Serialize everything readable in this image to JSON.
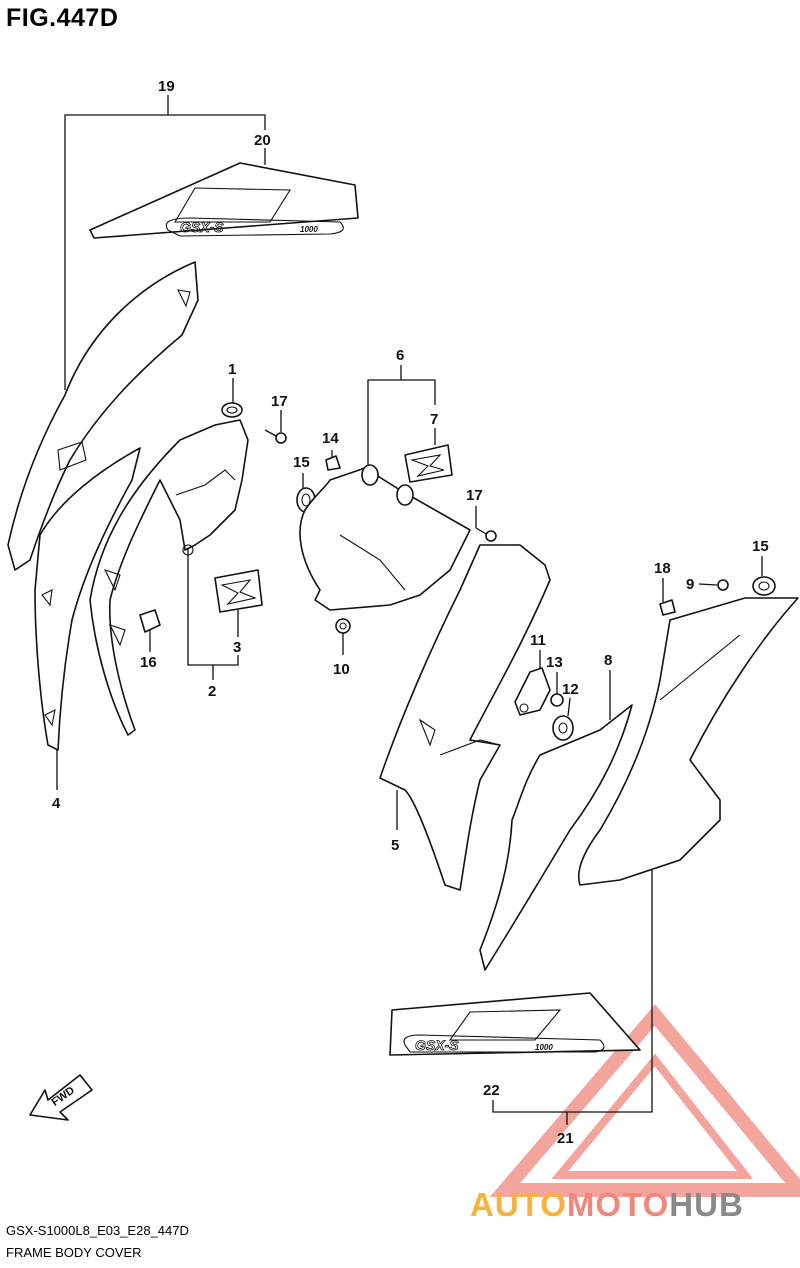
{
  "figure": {
    "title": "FIG.447D"
  },
  "callouts": [
    {
      "id": "1",
      "text": "1"
    },
    {
      "id": "2",
      "text": "2"
    },
    {
      "id": "3",
      "text": "3"
    },
    {
      "id": "4",
      "text": "4"
    },
    {
      "id": "5",
      "text": "5"
    },
    {
      "id": "6",
      "text": "6"
    },
    {
      "id": "7",
      "text": "7"
    },
    {
      "id": "8",
      "text": "8"
    },
    {
      "id": "9",
      "text": "9"
    },
    {
      "id": "10",
      "text": "10"
    },
    {
      "id": "11",
      "text": "11"
    },
    {
      "id": "12",
      "text": "12"
    },
    {
      "id": "13",
      "text": "13"
    },
    {
      "id": "14",
      "text": "14"
    },
    {
      "id": "15a",
      "text": "15"
    },
    {
      "id": "15b",
      "text": "15"
    },
    {
      "id": "16",
      "text": "16"
    },
    {
      "id": "17a",
      "text": "17"
    },
    {
      "id": "17b",
      "text": "17"
    },
    {
      "id": "18",
      "text": "18"
    },
    {
      "id": "19",
      "text": "19"
    },
    {
      "id": "20",
      "text": "20"
    },
    {
      "id": "21",
      "text": "21"
    },
    {
      "id": "22",
      "text": "22"
    }
  ],
  "decal_text": "GSX-S",
  "decal_sub": "1000",
  "fwd_label": "FWD",
  "footer": {
    "code": "GSX-S1000L8_E03_E28_447D",
    "name": "FRAME BODY COVER"
  },
  "watermark": {
    "part1": "AUTO",
    "part2": "MOTO",
    "part3": "HUB"
  },
  "colors": {
    "line": "#111111",
    "brand_orange": "#f6b23b",
    "brand_red": "#f0877d",
    "brand_gray": "#8a8a8a"
  }
}
